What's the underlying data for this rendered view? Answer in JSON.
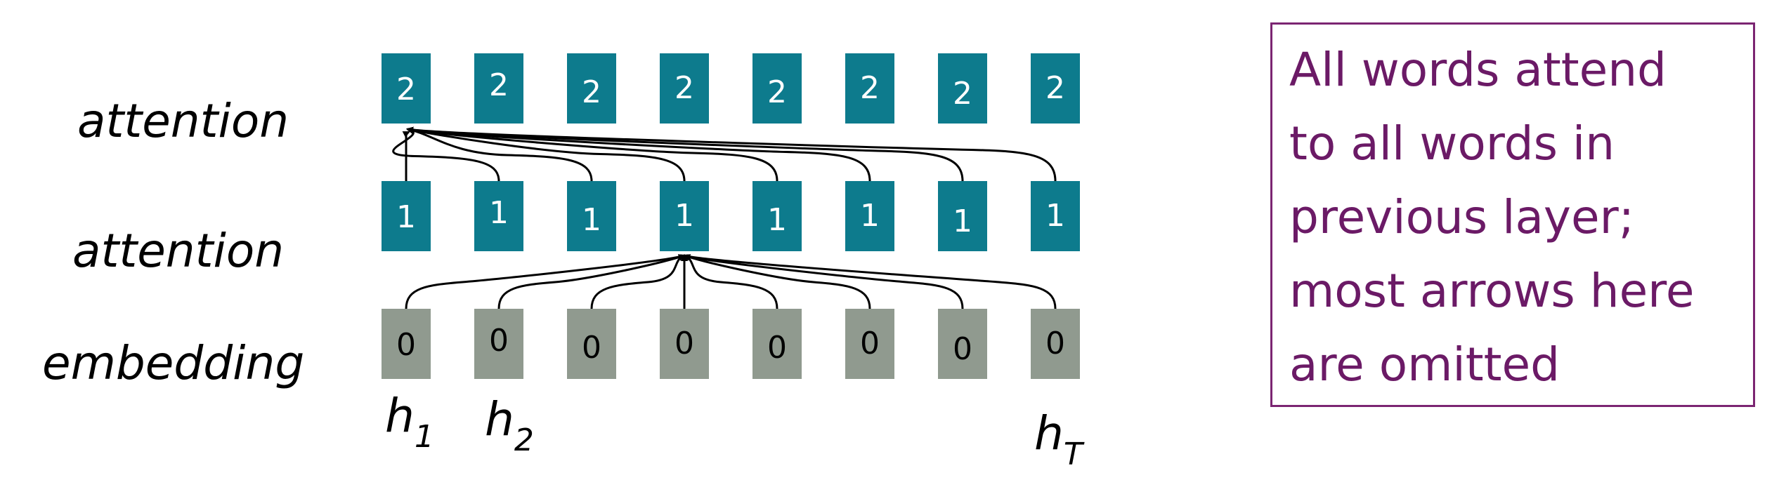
{
  "rows": [
    {
      "id": "attention2",
      "label": "attention",
      "cell_value": "2"
    },
    {
      "id": "attention1",
      "label": "attention",
      "cell_value": "1"
    },
    {
      "id": "embedding",
      "label": "embedding",
      "cell_value": "0"
    }
  ],
  "hidden_labels": [
    {
      "base": "h",
      "sub": "1"
    },
    {
      "base": "h",
      "sub": "2"
    },
    {
      "base": "h",
      "sub": "T"
    }
  ],
  "note": {
    "lines": [
      "All words attend",
      "to all words in",
      "previous layer;",
      "most arrows here",
      "are omitted"
    ]
  },
  "colors": {
    "attention_cell": "#0d7b8d",
    "embedding_cell": "#909a8f",
    "note_border": "#7b2572",
    "note_text": "#6b1a66"
  }
}
